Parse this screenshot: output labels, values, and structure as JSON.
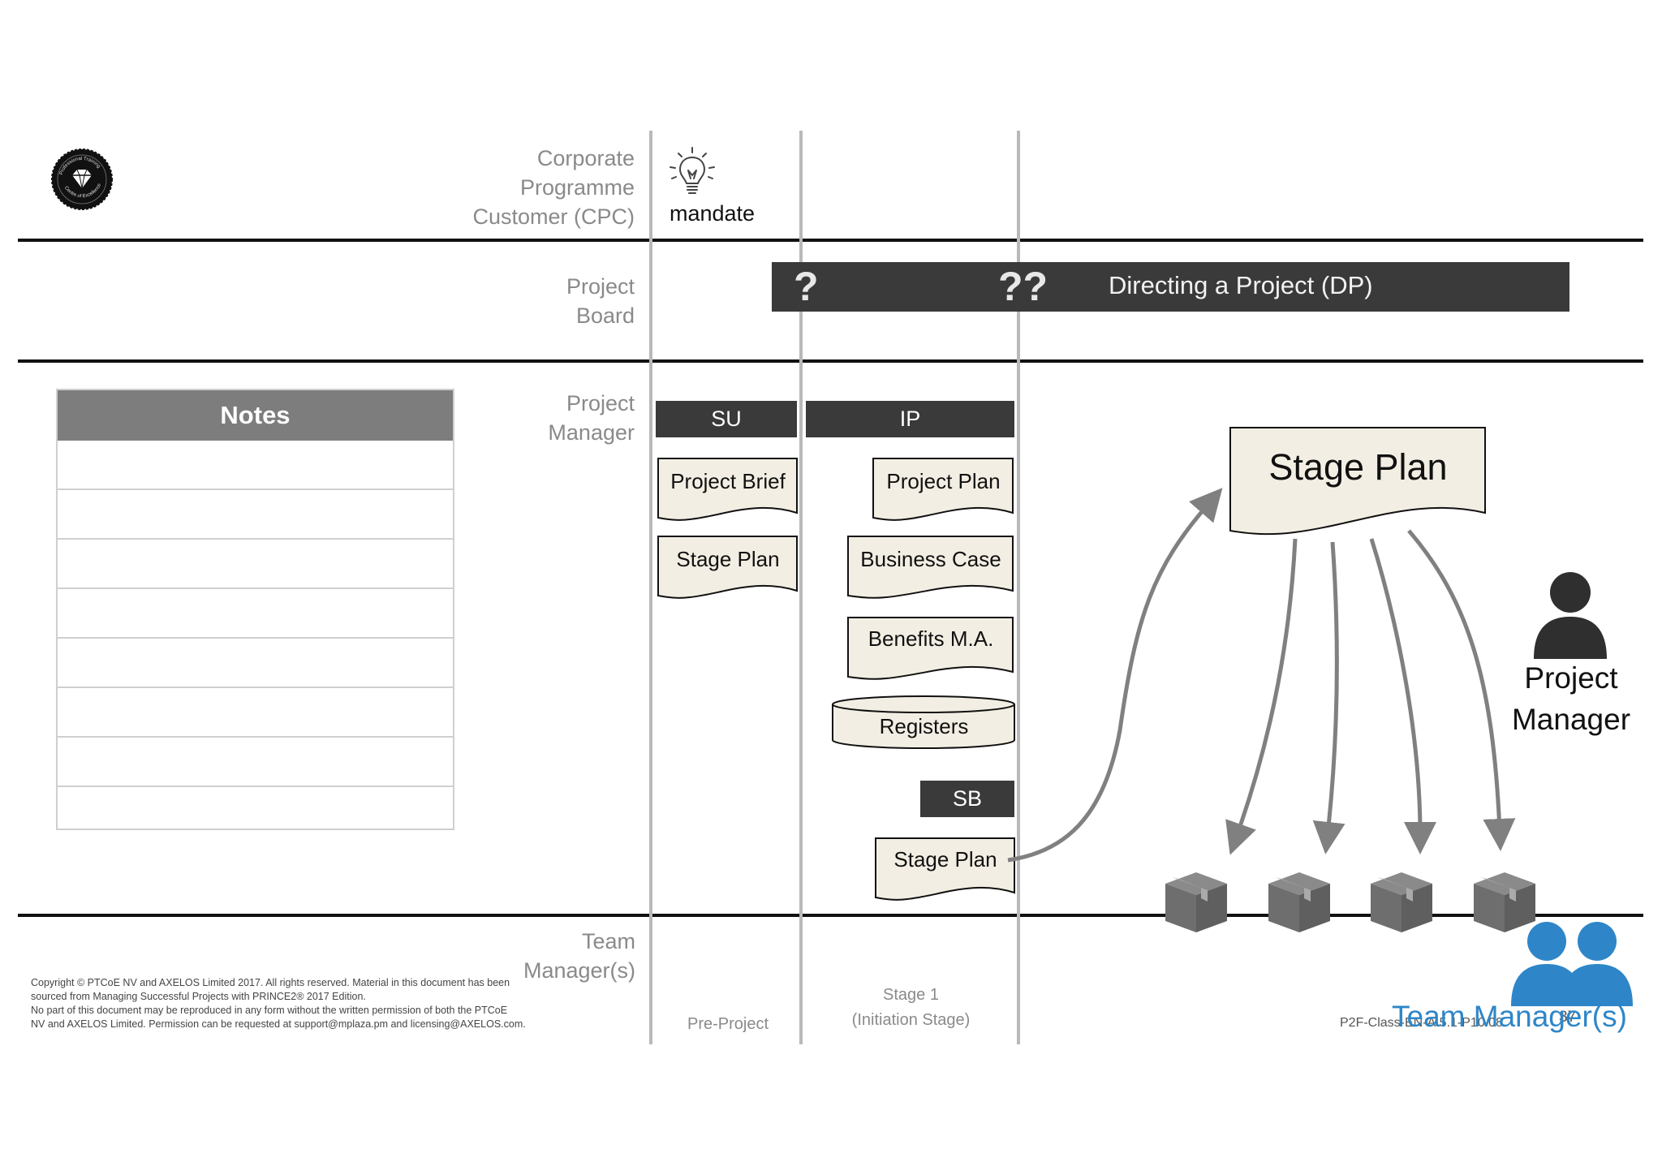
{
  "lanes": {
    "cpc": [
      "Corporate",
      "Programme",
      "Customer (CPC)"
    ],
    "board": [
      "Project",
      "Board"
    ],
    "pm": [
      "Project",
      "Manager"
    ],
    "team": [
      "Team",
      "Manager(s)"
    ]
  },
  "mandate": {
    "label": "mandate",
    "icon": "lightbulb-icon"
  },
  "dp": {
    "label": "Directing a Project (DP)",
    "q1": "?",
    "q2": "??"
  },
  "notes": {
    "title": "Notes",
    "rows": 8
  },
  "su": {
    "label": "SU",
    "docs": [
      "Project Brief",
      "Stage Plan"
    ]
  },
  "ip": {
    "label": "IP",
    "docs": [
      "Project Plan",
      "Business Case",
      "Benefits M.A."
    ],
    "registers": "Registers"
  },
  "sb": {
    "label": "SB",
    "doc": "Stage Plan"
  },
  "big_plan": "Stage Plan",
  "roles": {
    "pm": [
      "Project",
      "Manager"
    ],
    "team": "Team Manager(s)"
  },
  "columns": {
    "pre": "Pre-Project",
    "stage1": [
      "Stage 1",
      "(Initiation Stage)"
    ]
  },
  "footer": {
    "copyright": [
      "Copyright © PTCoE NV and AXELOS Limited 2017. All rights reserved. Material in this document has been",
      "sourced from Managing Successful Projects with PRINCE2® 2017 Edition.",
      "No part of this document may be reproduced in any form without the written permission of both the PTCoE",
      "NV and AXELOS Limited. Permission can be requested at support@mplaza.pm and licensing@AXELOS.com."
    ],
    "course_code": "P2F-Class-EN-A.5.1-P10.08",
    "page_number": "37"
  },
  "logo_text": [
    "Professional Training",
    "Centre of Excellence"
  ],
  "colors": {
    "dark": "#3a3a3a",
    "doc_fill": "#f3eee3",
    "arrow": "#808080",
    "team_blue": "#2e86c8",
    "grey_header": "#7d7d7d"
  }
}
